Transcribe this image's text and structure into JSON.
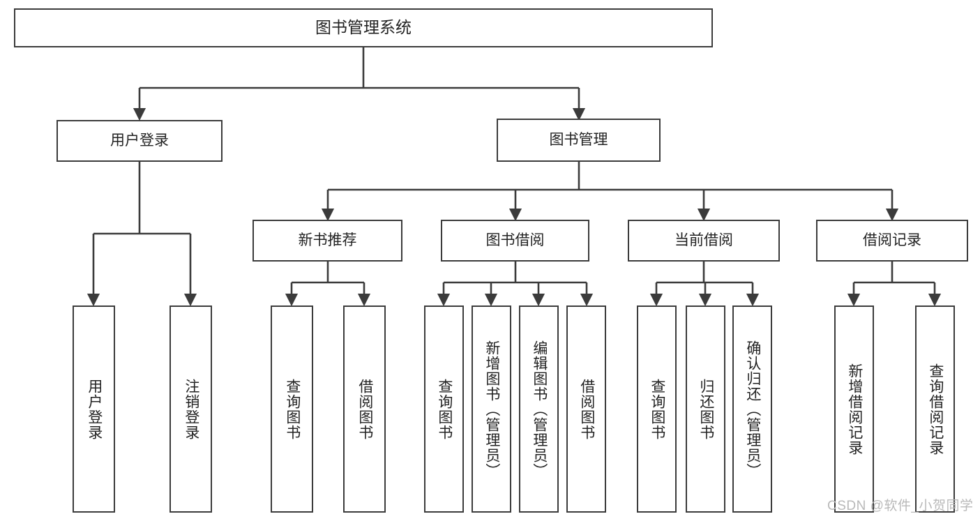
{
  "diagram": {
    "type": "tree",
    "title": "图书管理系统",
    "theme": {
      "box_border": "#3b3b3b",
      "box_fill": "#ffffff",
      "edge_color": "#3b3b3b",
      "text_color": "#222222",
      "background": "#ffffff",
      "watermark_color": "#b9b9b9"
    },
    "root": {
      "label": "图书管理系统"
    },
    "level1": [
      {
        "label": "用户登录"
      },
      {
        "label": "图书管理"
      }
    ],
    "level2": [
      {
        "label": "新书推荐"
      },
      {
        "label": "图书借阅"
      },
      {
        "label": "当前借阅"
      },
      {
        "label": "借阅记录"
      }
    ],
    "leaves": {
      "user_login": [
        {
          "label": "用户登录"
        },
        {
          "label": "注销登录"
        }
      ],
      "new_book_recommend": [
        {
          "label": "查询图书"
        },
        {
          "label": "借阅图书"
        }
      ],
      "book_borrow": [
        {
          "label": "查询图书"
        },
        {
          "label": "新增图书（管理员）"
        },
        {
          "label": "编辑图书（管理员）"
        },
        {
          "label": "借阅图书"
        }
      ],
      "current_borrow": [
        {
          "label": "查询图书"
        },
        {
          "label": "归还图书"
        },
        {
          "label": "确认归还（管理员）"
        }
      ],
      "borrow_records": [
        {
          "label": "新增借阅记录"
        },
        {
          "label": "查询借阅记录"
        }
      ]
    }
  },
  "watermark": {
    "text": "CSDN @软件_小贺同学"
  }
}
